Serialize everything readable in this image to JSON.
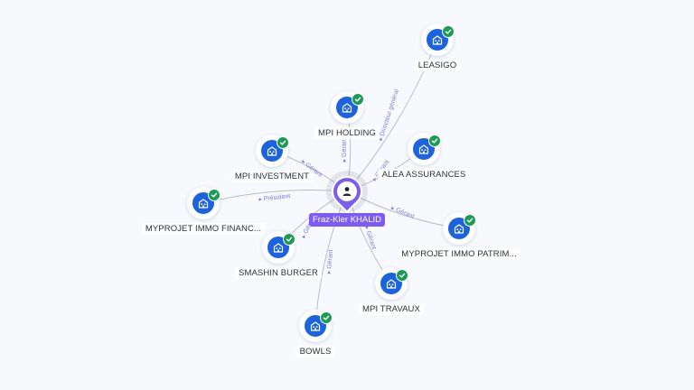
{
  "person": {
    "name": "Fraz-Kler KHALID",
    "icon": "user-icon"
  },
  "companies": [
    {
      "id": "leasigo",
      "name": "LEASIGO",
      "icon": "building-icon",
      "verified": true
    },
    {
      "id": "mpi-holding",
      "name": "MPI HOLDING",
      "icon": "building-icon",
      "verified": true
    },
    {
      "id": "alea-assurances",
      "name": "ALEA ASSURANCES",
      "icon": "building-icon",
      "verified": true
    },
    {
      "id": "mpi-investment",
      "name": "MPI INVESTMENT",
      "icon": "building-icon",
      "verified": true
    },
    {
      "id": "myprojet-immo-financ",
      "name": "MYPROJET IMMO FINANC...",
      "icon": "building-icon",
      "verified": true
    },
    {
      "id": "myprojet-immo-patrim",
      "name": "MYPROJET IMMO PATRIM...",
      "icon": "building-icon",
      "verified": true
    },
    {
      "id": "smashin-burger",
      "name": "SMASHIN BURGER",
      "icon": "building-icon",
      "verified": true
    },
    {
      "id": "mpi-travaux",
      "name": "MPI TRAVAUX",
      "icon": "building-icon",
      "verified": true
    },
    {
      "id": "bowls",
      "name": "BOWLS",
      "icon": "building-icon",
      "verified": true
    }
  ],
  "relations": [
    {
      "to": "leasigo",
      "role": "Directeur général"
    },
    {
      "to": "mpi-holding",
      "role": "Gérant"
    },
    {
      "to": "alea-assurances",
      "role": "Gérant"
    },
    {
      "to": "mpi-investment",
      "role": "Gérant"
    },
    {
      "to": "myprojet-immo-financ",
      "role": "Président"
    },
    {
      "to": "myprojet-immo-patrim",
      "role": "Gérant"
    },
    {
      "to": "smashin-burger",
      "role": "Gérant"
    },
    {
      "to": "mpi-travaux",
      "role": "Gérant"
    },
    {
      "to": "bowls",
      "role": "Gérant"
    }
  ],
  "colors": {
    "person": "#7d5cf0",
    "company": "#1d63dc",
    "verified": "#1f9a56",
    "edge": "#b9bdc8",
    "edge_label": "#7d7fd6"
  }
}
